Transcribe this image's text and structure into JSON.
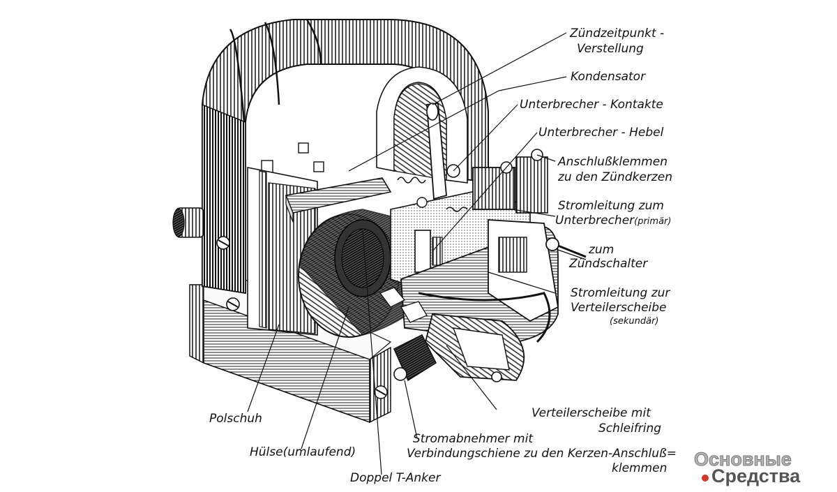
{
  "labels": {
    "zuendzeitpunkt_1": "Zündzeitpunkt -",
    "zuendzeitpunkt_2": "Verstellung",
    "kondensator": "Kondensator",
    "unterbrecher_kontakte": "Unterbrecher - Kontakte",
    "unterbrecher_hebel": "Unterbrecher - Hebel",
    "anschluss_1": "Anschlußklemmen",
    "anschluss_2": "zu den Zündkerzen",
    "stromleitung_prim_1": "Stromleitung zum",
    "stromleitung_prim_2": "Unterbrecher",
    "stromleitung_prim_3": "(primär)",
    "zum_zuendschalter_1": "zum",
    "zum_zuendschalter_2": "Zündschalter",
    "stromleitung_sek_1": "Stromleitung zur",
    "stromleitung_sek_2": "Verteilerscheibe",
    "stromleitung_sek_3": "(sekundär)",
    "verteilerscheibe_1": "Verteilerscheibe mit",
    "verteilerscheibe_2": "Schleifring",
    "stromabnehmer_1": "Stromabnehmer mit",
    "stromabnehmer_2": "Verbindungschiene zu den Kerzen-Anschluß=",
    "stromabnehmer_3": "klemmen",
    "polschuh": "Polschuh",
    "huelse_1": "Hülse",
    "huelse_2": "(umlaufend)",
    "doppel_t_anker": "Doppel T-Anker"
  },
  "watermark": {
    "line1": "Основные",
    "line2": "Средства"
  },
  "colors": {
    "ink": "#111111",
    "paper": "#ffffff",
    "watermark_dot": "#d9352a"
  }
}
